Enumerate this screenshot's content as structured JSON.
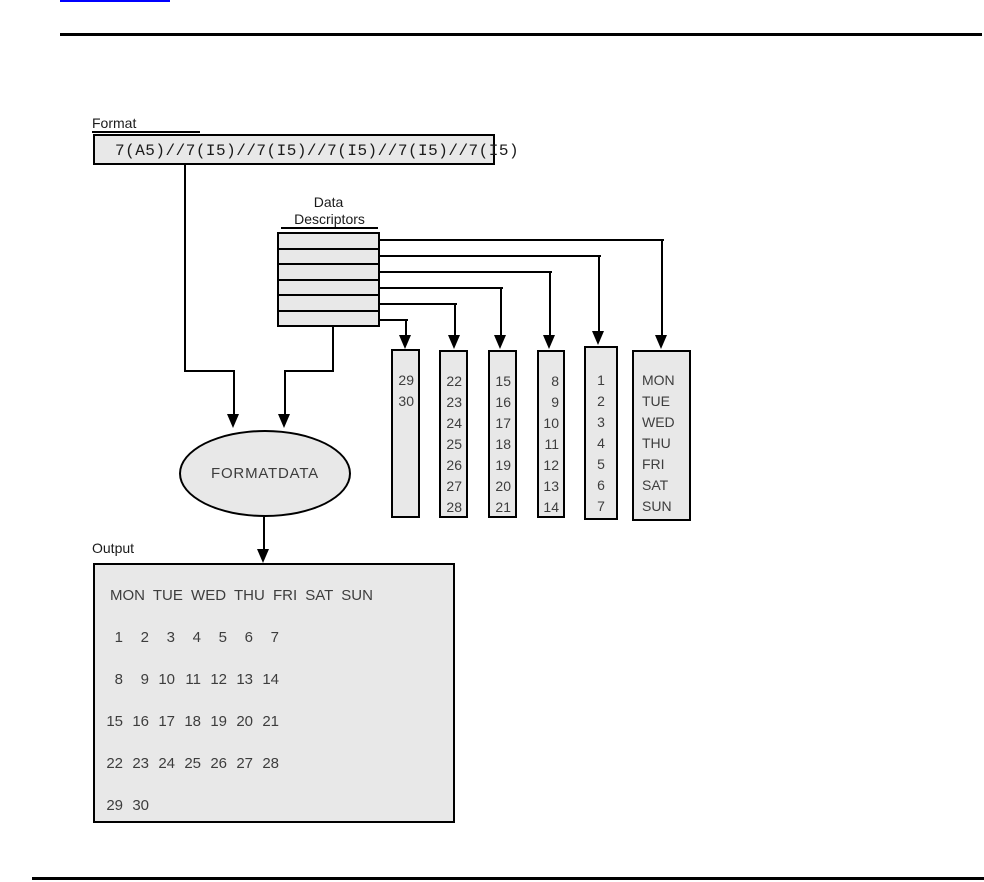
{
  "page": {
    "background": "#ffffff",
    "box_fill": "#e8e8e8",
    "line_color": "#000000",
    "top_link_color": "#0000ff"
  },
  "format": {
    "label": "Format",
    "value": "7(A5)//7(I5)//7(I5)//7(I5)//7(I5)//7(I5)"
  },
  "descriptors": {
    "label_line1": "Data",
    "label_line2": "Descriptors",
    "slot_count": 6
  },
  "process": {
    "label": "FORMATDATA"
  },
  "data_columns": [
    {
      "values": [
        "29",
        "30"
      ]
    },
    {
      "values": [
        "22",
        "23",
        "24",
        "25",
        "26",
        "27",
        "28"
      ]
    },
    {
      "values": [
        "15",
        "16",
        "17",
        "18",
        "19",
        "20",
        "21"
      ]
    },
    {
      "values": [
        "8",
        "9",
        "10",
        "11",
        "12",
        "13",
        "14"
      ]
    },
    {
      "values": [
        "1",
        "2",
        "3",
        "4",
        "5",
        "6",
        "7"
      ]
    },
    {
      "values": [
        "MON",
        "TUE",
        "WED",
        "THU",
        "FRI",
        "SAT",
        "SUN"
      ]
    }
  ],
  "output": {
    "label": "Output",
    "header": "MON TUE WED THU FRI SAT SUN",
    "rows": [
      [
        "1",
        "2",
        "3",
        "4",
        "5",
        "6",
        "7"
      ],
      [
        "8",
        "9",
        "10",
        "11",
        "12",
        "13",
        "14"
      ],
      [
        "15",
        "16",
        "17",
        "18",
        "19",
        "20",
        "21"
      ],
      [
        "22",
        "23",
        "24",
        "25",
        "26",
        "27",
        "28"
      ],
      [
        "29",
        "30"
      ]
    ]
  }
}
